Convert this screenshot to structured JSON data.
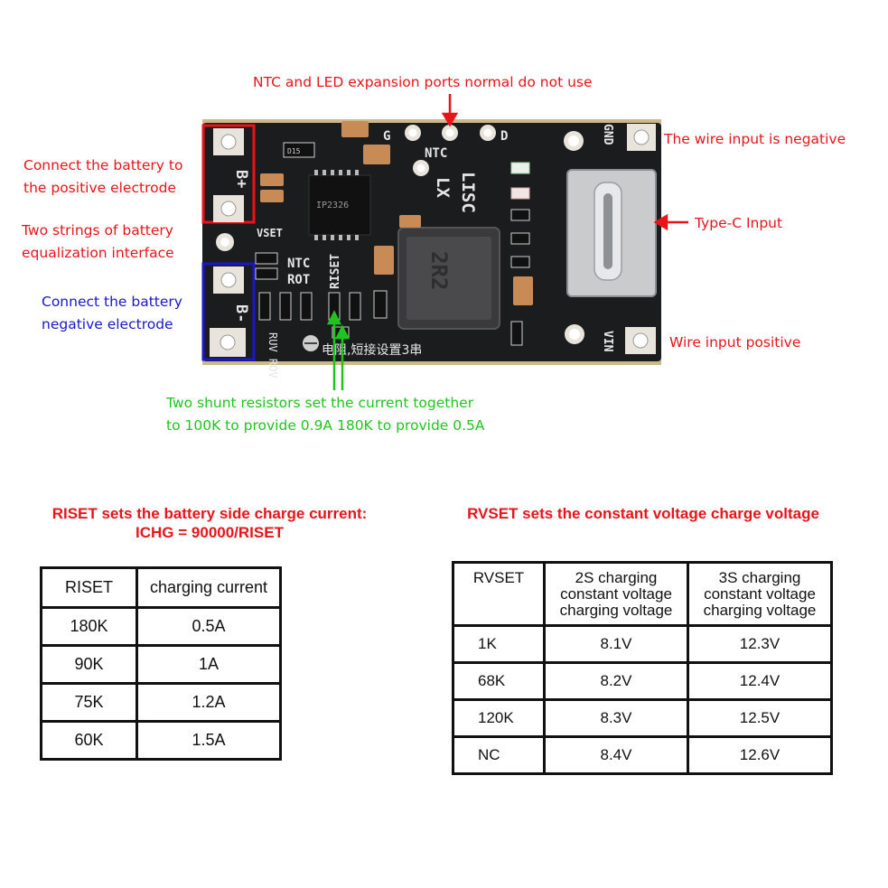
{
  "board": {
    "silk": {
      "b_plus": "B+",
      "b_minus": "B-",
      "vset": "VSET",
      "ntc_top": "NTC",
      "ntc_mid": "NTC",
      "rot": "ROT",
      "riset": "RISET",
      "gnd": "GND",
      "g": "G",
      "d": "D",
      "lx": "LX",
      "lisc": "LISC",
      "inductor": "2R2",
      "chip": "IP2326",
      "d15": "D15",
      "vin": "VIN",
      "bottom_row": "RUV ROV",
      "bottom_text": "电阻,短接设置3串"
    },
    "colors": {
      "pcb": "#1b1c1e",
      "pad": "#e8e4dc",
      "red_box": "#e8141b",
      "blue_box": "#1a17c8"
    }
  },
  "callouts": {
    "ntc_led": "NTC and LED expansion ports normal do not use",
    "battery_positive": [
      "Connect the battery to",
      "the positive electrode"
    ],
    "equalization": [
      "Two strings of battery",
      "equalization interface"
    ],
    "battery_negative": [
      "Connect the battery",
      "negative electrode"
    ],
    "wire_negative": "The wire input is negative",
    "type_c": "Type-C Input",
    "wire_positive": "Wire input positive",
    "shunt": [
      "Two shunt resistors set the current together",
      "to 100K to provide 0.9A 180K to provide 0.5A"
    ]
  },
  "table_riset": {
    "title": [
      "RISET sets the battery side charge current:",
      "ICHG = 90000/RISET"
    ],
    "headers": [
      "RISET",
      "charging current"
    ],
    "rows": [
      [
        "180K",
        "0.5A"
      ],
      [
        "90K",
        "1A"
      ],
      [
        "75K",
        "1.2A"
      ],
      [
        "60K",
        "1.5A"
      ]
    ]
  },
  "table_rvset": {
    "title": "RVSET sets the constant voltage charge voltage",
    "headers": [
      "RVSET",
      [
        "2S charging",
        "constant voltage",
        "charging voltage"
      ],
      [
        "3S charging",
        "constant voltage",
        "charging voltage"
      ]
    ],
    "rows": [
      [
        "1K",
        "8.1V",
        "12.3V"
      ],
      [
        "68K",
        "8.2V",
        "12.4V"
      ],
      [
        "120K",
        "8.3V",
        "12.5V"
      ],
      [
        "NC",
        "8.4V",
        "12.6V"
      ]
    ]
  }
}
